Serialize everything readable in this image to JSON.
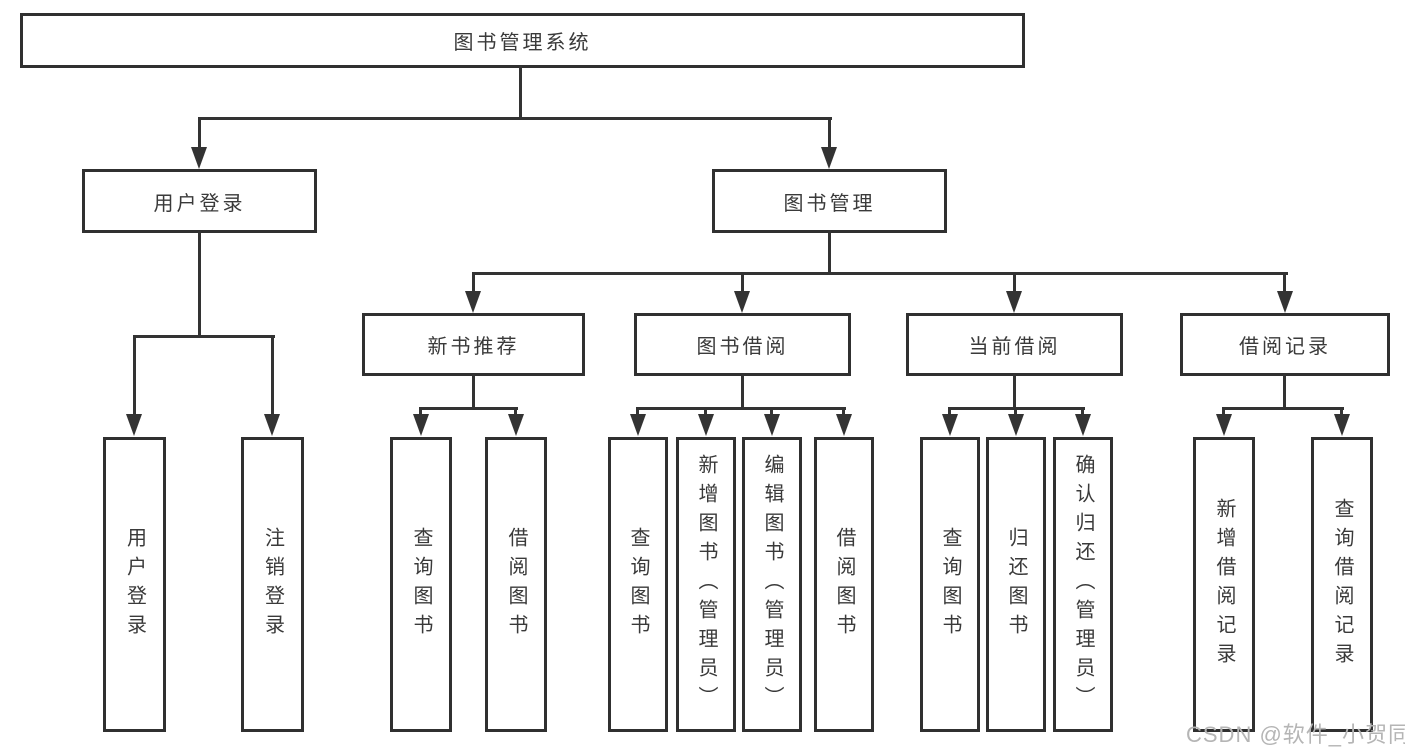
{
  "diagram": {
    "root": {
      "label": "图书管理系统"
    },
    "branches": [
      {
        "label": "用户登录",
        "children": [
          {
            "label": "用户登录"
          },
          {
            "label": "注销登录"
          }
        ]
      },
      {
        "label": "图书管理",
        "children": [
          {
            "label": "新书推荐",
            "children": [
              {
                "label": "查询图书"
              },
              {
                "label": "借阅图书"
              }
            ]
          },
          {
            "label": "图书借阅",
            "children": [
              {
                "label": "查询图书"
              },
              {
                "label": "新增图书（管理员）"
              },
              {
                "label": "编辑图书（管理员）"
              },
              {
                "label": "借阅图书"
              }
            ]
          },
          {
            "label": "当前借阅",
            "children": [
              {
                "label": "查询图书"
              },
              {
                "label": "归还图书"
              },
              {
                "label": "确认归还（管理员）"
              }
            ]
          },
          {
            "label": "借阅记录",
            "children": [
              {
                "label": "新增借阅记录"
              },
              {
                "label": "查询借阅记录"
              }
            ]
          }
        ]
      }
    ]
  },
  "watermark": {
    "text": "CSDN @软件_小贺同学"
  },
  "colors": {
    "line": "#333333",
    "border": "#303030",
    "text": "#3a3a3a",
    "watermark": "#b5b5b5",
    "background": "#ffffff"
  }
}
